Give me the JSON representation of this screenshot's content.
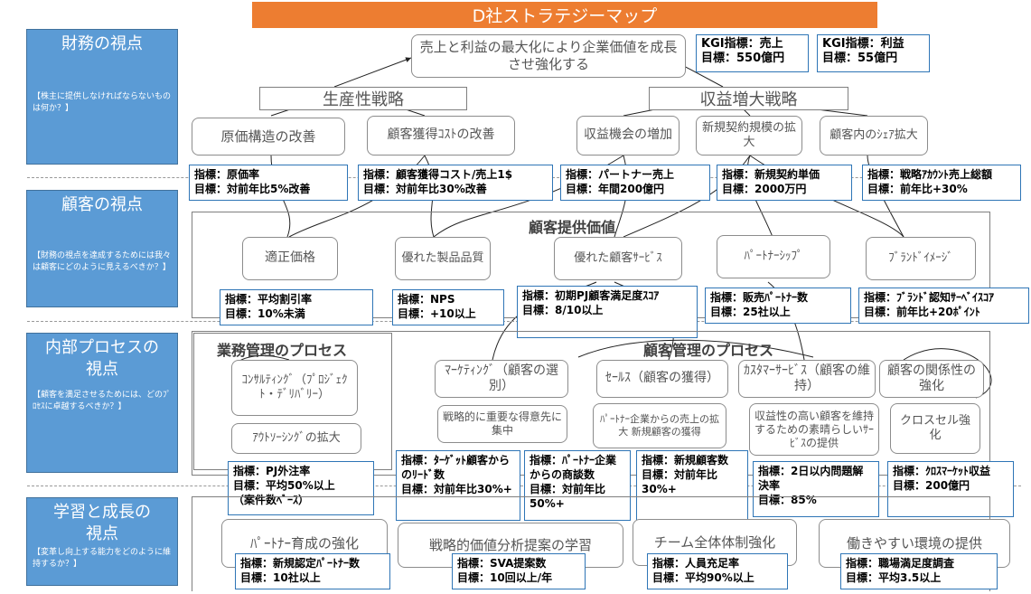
{
  "title": "D社ストラテジーマップ",
  "perspectives": [
    {
      "name": "財務の視点",
      "question": "【株主に提供しなければならないものは何か？】"
    },
    {
      "name": "顧客の視点",
      "question": "【財務の視点を達成するためには我々は顧客にどのように見えるべきか？】"
    },
    {
      "name": "内部プロセスの視点",
      "question": "【顧客を満足させるためには、どのﾌﾟﾛｾｽに卓越するべきか？】"
    },
    {
      "name": "学習と成長の視点",
      "question": "【変革し向上する能力をどのように維持するか？】"
    }
  ],
  "financial": {
    "goal": "売上と利益の最大化により企業価値を成長させ強化する",
    "kgi": [
      {
        "indicator": "KGI指標：売上",
        "target": "目標：550億円"
      },
      {
        "indicator": "KGI指標：利益",
        "target": "目標：55億円"
      }
    ],
    "strategies": [
      "生産性戦略",
      "収益増大戦略"
    ],
    "objectives": [
      "原価構造の改善",
      "顧客獲得ｺｽﾄの改善",
      "収益機会の増加",
      "新規契約規模の拡大",
      "顧客内のｼｪｱ拡大"
    ],
    "kpis": [
      {
        "indicator": "指標：原価率",
        "target": "目標：対前年比5%改善"
      },
      {
        "indicator": "指標：顧客獲得コスト/売上1$",
        "target": "目標：対前年比30%改善"
      },
      {
        "indicator": "指標：パートナー売上",
        "target": "目標：年間200億円"
      },
      {
        "indicator": "指標：新規契約単価",
        "target": "目標：2000万円"
      },
      {
        "indicator": "指標：戦略ｱｶｳﾝﾄ売上総額",
        "target": "目標：前年比+30%"
      }
    ]
  },
  "customer": {
    "section_title": "顧客提供価値",
    "values": [
      "適正価格",
      "優れた製品品質",
      "優れた顧客ｻｰﾋﾞｽ",
      "ﾊﾟｰﾄﾅｰｼｯﾌﾟ",
      "ﾌﾞﾗﾝﾄﾞｲﾒｰｼﾞ"
    ],
    "kpis": [
      {
        "indicator": "指標：平均割引率",
        "target": "目標：10%未満"
      },
      {
        "indicator": "指標：NPS",
        "target": "目標：+10以上"
      },
      {
        "indicator": "指標：初期PJ顧客満足度ｽｺｱ",
        "target": "目標：8/10以上"
      },
      {
        "indicator": "指標：販売ﾊﾟｰﾄﾅｰ数",
        "target": "目標：25社以上"
      },
      {
        "indicator": "指標：ﾌﾞﾗﾝﾄﾞ認知ｻｰﾍﾞｲｽｺｱ",
        "target": "目標：前年比+20ﾎﾟｲﾝﾄ"
      }
    ]
  },
  "internal": {
    "ops_title": "業務管理のプロセス",
    "crm_title": "顧客管理のプロセス",
    "ops_items": [
      "ｺﾝｻﾙﾃｨﾝｸﾞ（ﾌﾟﾛｼﾞｪｸﾄ・ﾃﾞﾘﾊﾞﾘｰ）",
      "ｱｳﾄｿｰｼﾝｸﾞの拡大"
    ],
    "crm_heads": [
      "ﾏｰｹﾃｨﾝｸﾞ（顧客の選別）",
      "ｾｰﾙｽ（顧客の獲得）",
      "ｶｽﾀﾏｰｻｰﾋﾞｽ（顧客の維持）",
      "顧客の関係性の強化"
    ],
    "crm_items": [
      "戦略的に重要な得意先に集中",
      "ﾊﾟｰﾄﾅｰ企業からの売上の拡大 新規顧客の獲得",
      "収益性の高い顧客を維持するための素晴らしいｻｰﾋﾞｽの提供",
      "クロスセル強化"
    ],
    "kpis": [
      {
        "indicator": "指標：PJ外注率",
        "target": "目標：平均50%以上",
        "note": "（案件数ﾍﾞｰｽ）"
      },
      {
        "indicator": "指標：ﾀｰｹﾞｯﾄ顧客からのﾘｰﾄﾞ数",
        "target": "目標：対前年比30%+"
      },
      {
        "indicator": "指標：ﾊﾟｰﾄﾅｰ企業からの商談数",
        "target": "目標：対前年比50%+"
      },
      {
        "indicator": "指標：新規顧客数",
        "target": "目標：対前年比30%+"
      },
      {
        "indicator": "指標：2日以内問題解決率",
        "target": "目標：85%"
      },
      {
        "indicator": "指標：ｸﾛｽﾏｰｹｯﾄ収益",
        "target": "目標：200億円"
      }
    ]
  },
  "learning": {
    "items": [
      "ﾊﾟｰﾄﾅｰ育成の強化",
      "戦略的価値分析提案の学習",
      "チーム全体体制強化",
      "働きやすい環境の提供"
    ],
    "kpis": [
      {
        "indicator": "指標：新規認定ﾊﾟｰﾄﾅｰ数",
        "target": "目標：10社以上"
      },
      {
        "indicator": "指標：SVA提案数",
        "target": "目標：10回以上/年"
      },
      {
        "indicator": "指標：人員充足率",
        "target": "目標：平均90%以上"
      },
      {
        "indicator": "指標：職場満足度調査",
        "target": "目標：平均3.5以上"
      }
    ]
  },
  "colors": {
    "title_bg": "#ed7d31",
    "perspective_bg": "#5b9bd5",
    "kpi_border": "#2e75b6"
  }
}
